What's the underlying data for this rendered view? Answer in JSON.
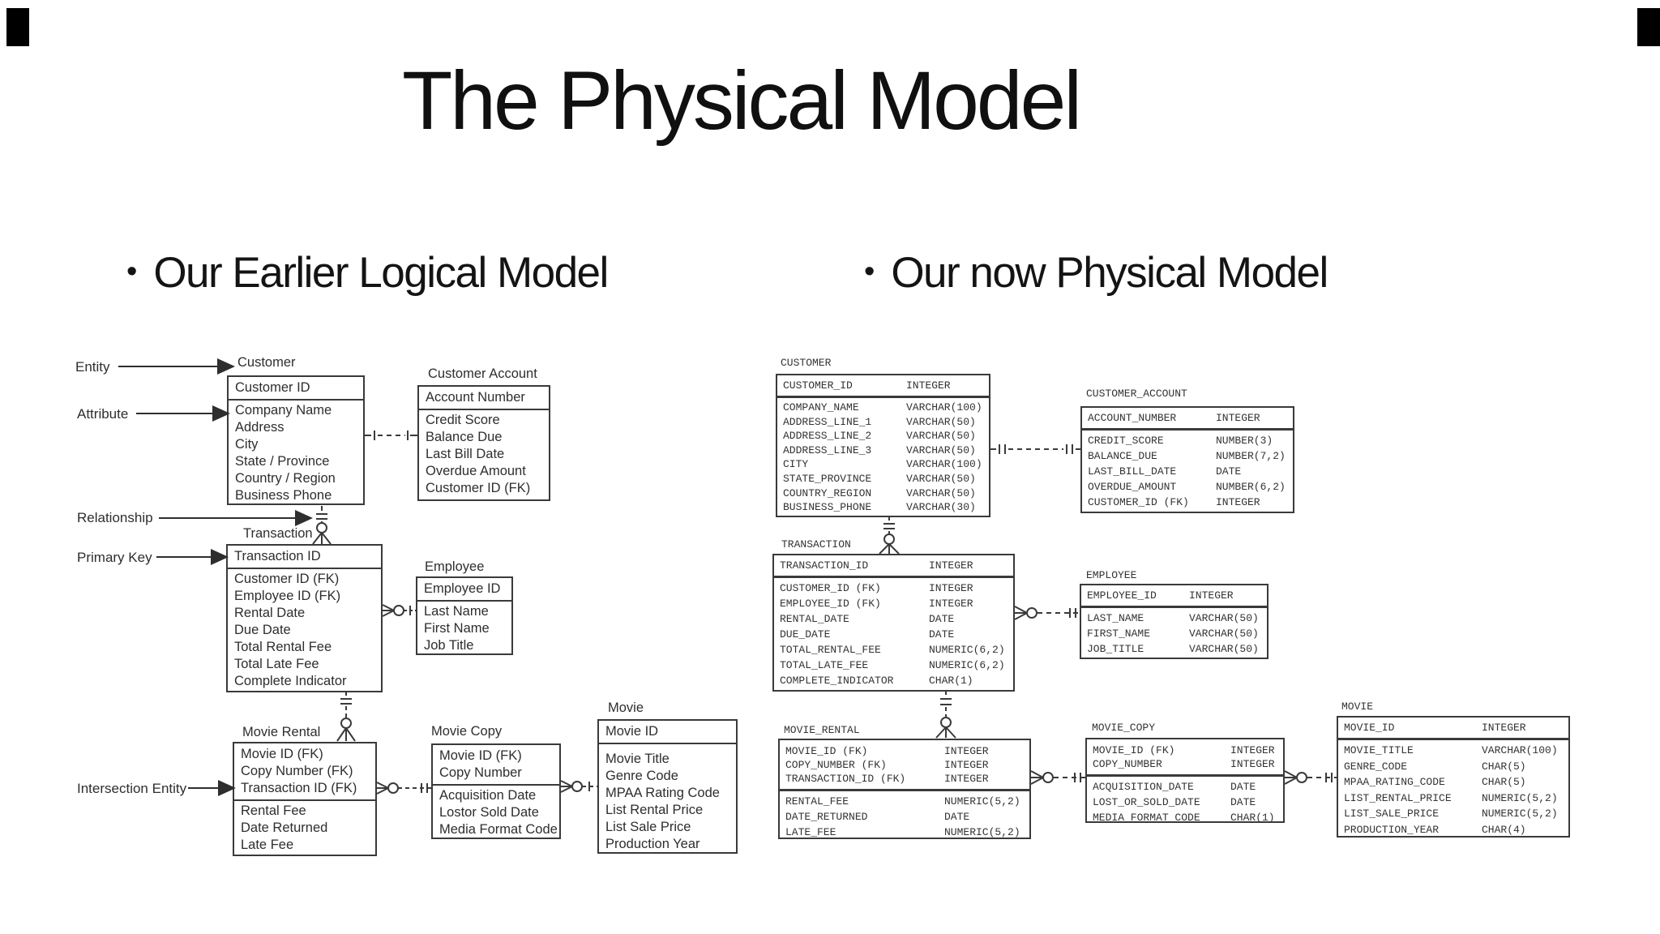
{
  "slide": {
    "title": "The Physical Model",
    "bullet_char": "•",
    "bullets": {
      "left": "Our Earlier Logical Model",
      "right": "Our now Physical Model"
    }
  },
  "annotations": {
    "entity": "Entity",
    "attribute": "Attribute",
    "relationship": "Relationship",
    "primary_key": "Primary Key",
    "intersection_entity": "Intersection Entity"
  },
  "logical": {
    "customer": {
      "name": "Customer",
      "pk": [
        "Customer ID"
      ],
      "attrs": [
        "Company Name",
        "Address",
        "City",
        "State / Province",
        "Country / Region",
        "Business Phone"
      ]
    },
    "customer_account": {
      "name": "Customer Account",
      "pk": [
        "Account Number"
      ],
      "attrs": [
        "Credit Score",
        "Balance Due",
        "Last Bill Date",
        "Overdue Amount",
        "Customer ID (FK)"
      ]
    },
    "transaction": {
      "name": "Transaction",
      "pk": [
        "Transaction ID"
      ],
      "attrs": [
        "Customer ID (FK)",
        "Employee ID (FK)",
        "Rental Date",
        "Due Date",
        "Total Rental Fee",
        "Total Late Fee",
        "Complete Indicator"
      ]
    },
    "employee": {
      "name": "Employee",
      "pk": [
        "Employee ID"
      ],
      "attrs": [
        "Last Name",
        "First Name",
        "Job Title"
      ]
    },
    "movie_rental": {
      "name": "Movie Rental",
      "pk": [
        "Movie ID (FK)",
        "Copy Number (FK)",
        "Transaction ID (FK)"
      ],
      "attrs": [
        "Rental Fee",
        "Date Returned",
        "Late Fee"
      ]
    },
    "movie_copy": {
      "name": "Movie Copy",
      "pk": [
        "Movie ID (FK)",
        "Copy Number"
      ],
      "attrs": [
        "Acquisition Date",
        "Lostor Sold Date",
        "Media Format Code"
      ]
    },
    "movie": {
      "name": "Movie",
      "pk": [
        "Movie ID"
      ],
      "attrs": [
        "Movie Title",
        "Genre Code",
        "MPAA Rating Code",
        "List Rental Price",
        "List Sale Price",
        "Production Year"
      ]
    }
  },
  "physical": {
    "customer": {
      "name": "CUSTOMER",
      "pk": [
        [
          "CUSTOMER_ID",
          "INTEGER"
        ]
      ],
      "cols": [
        [
          "COMPANY_NAME",
          "VARCHAR(100)"
        ],
        [
          "ADDRESS_LINE_1",
          "VARCHAR(50)"
        ],
        [
          "ADDRESS_LINE_2",
          "VARCHAR(50)"
        ],
        [
          "ADDRESS_LINE_3",
          "VARCHAR(50)"
        ],
        [
          "CITY",
          "VARCHAR(100)"
        ],
        [
          "STATE_PROVINCE",
          "VARCHAR(50)"
        ],
        [
          "COUNTRY_REGION",
          "VARCHAR(50)"
        ],
        [
          "BUSINESS_PHONE",
          "VARCHAR(30)"
        ]
      ]
    },
    "customer_account": {
      "name": "CUSTOMER_ACCOUNT",
      "pk": [
        [
          "ACCOUNT_NUMBER",
          "INTEGER"
        ]
      ],
      "cols": [
        [
          "CREDIT_SCORE",
          "NUMBER(3)"
        ],
        [
          "BALANCE_DUE",
          "NUMBER(7,2)"
        ],
        [
          "LAST_BILL_DATE",
          "DATE"
        ],
        [
          "OVERDUE_AMOUNT",
          "NUMBER(6,2)"
        ],
        [
          "CUSTOMER_ID (FK)",
          "INTEGER"
        ]
      ]
    },
    "transaction": {
      "name": "TRANSACTION",
      "pk": [
        [
          "TRANSACTION_ID",
          "INTEGER"
        ]
      ],
      "cols": [
        [
          "CUSTOMER_ID (FK)",
          "INTEGER"
        ],
        [
          "EMPLOYEE_ID (FK)",
          "INTEGER"
        ],
        [
          "RENTAL_DATE",
          "DATE"
        ],
        [
          "DUE_DATE",
          "DATE"
        ],
        [
          "TOTAL_RENTAL_FEE",
          "NUMERIC(6,2)"
        ],
        [
          "TOTAL_LATE_FEE",
          "NUMERIC(6,2)"
        ],
        [
          "COMPLETE_INDICATOR",
          "CHAR(1)"
        ]
      ]
    },
    "employee": {
      "name": "EMPLOYEE",
      "pk": [
        [
          "EMPLOYEE_ID",
          "INTEGER"
        ]
      ],
      "cols": [
        [
          "LAST_NAME",
          "VARCHAR(50)"
        ],
        [
          "FIRST_NAME",
          "VARCHAR(50)"
        ],
        [
          "JOB_TITLE",
          "VARCHAR(50)"
        ]
      ]
    },
    "movie_rental": {
      "name": "MOVIE_RENTAL",
      "pk": [
        [
          "MOVIE_ID (FK)",
          "INTEGER"
        ],
        [
          "COPY_NUMBER (FK)",
          "INTEGER"
        ],
        [
          "TRANSACTION_ID (FK)",
          "INTEGER"
        ]
      ],
      "cols": [
        [
          "RENTAL_FEE",
          "NUMERIC(5,2)"
        ],
        [
          "DATE_RETURNED",
          "DATE"
        ],
        [
          "LATE_FEE",
          "NUMERIC(5,2)"
        ]
      ]
    },
    "movie_copy": {
      "name": "MOVIE_COPY",
      "pk": [
        [
          "MOVIE_ID (FK)",
          "INTEGER"
        ],
        [
          "COPY_NUMBER",
          "INTEGER"
        ]
      ],
      "cols": [
        [
          "ACQUISITION_DATE",
          "DATE"
        ],
        [
          "LOST_OR_SOLD_DATE",
          "DATE"
        ],
        [
          "MEDIA_FORMAT_CODE",
          "CHAR(1)"
        ]
      ]
    },
    "movie": {
      "name": "MOVIE",
      "pk": [
        [
          "MOVIE_ID",
          "INTEGER"
        ]
      ],
      "cols": [
        [
          "MOVIE_TITLE",
          "VARCHAR(100)"
        ],
        [
          "GENRE_CODE",
          "CHAR(5)"
        ],
        [
          "MPAA_RATING_CODE",
          "CHAR(5)"
        ],
        [
          "LIST_RENTAL_PRICE",
          "NUMERIC(5,2)"
        ],
        [
          "LIST_SALE_PRICE",
          "NUMERIC(5,2)"
        ],
        [
          "PRODUCTION_YEAR",
          "CHAR(4)"
        ]
      ]
    }
  },
  "colors": {
    "background": "#ffffff",
    "text": "#141414",
    "diagram_stroke": "#3a3a3a"
  }
}
